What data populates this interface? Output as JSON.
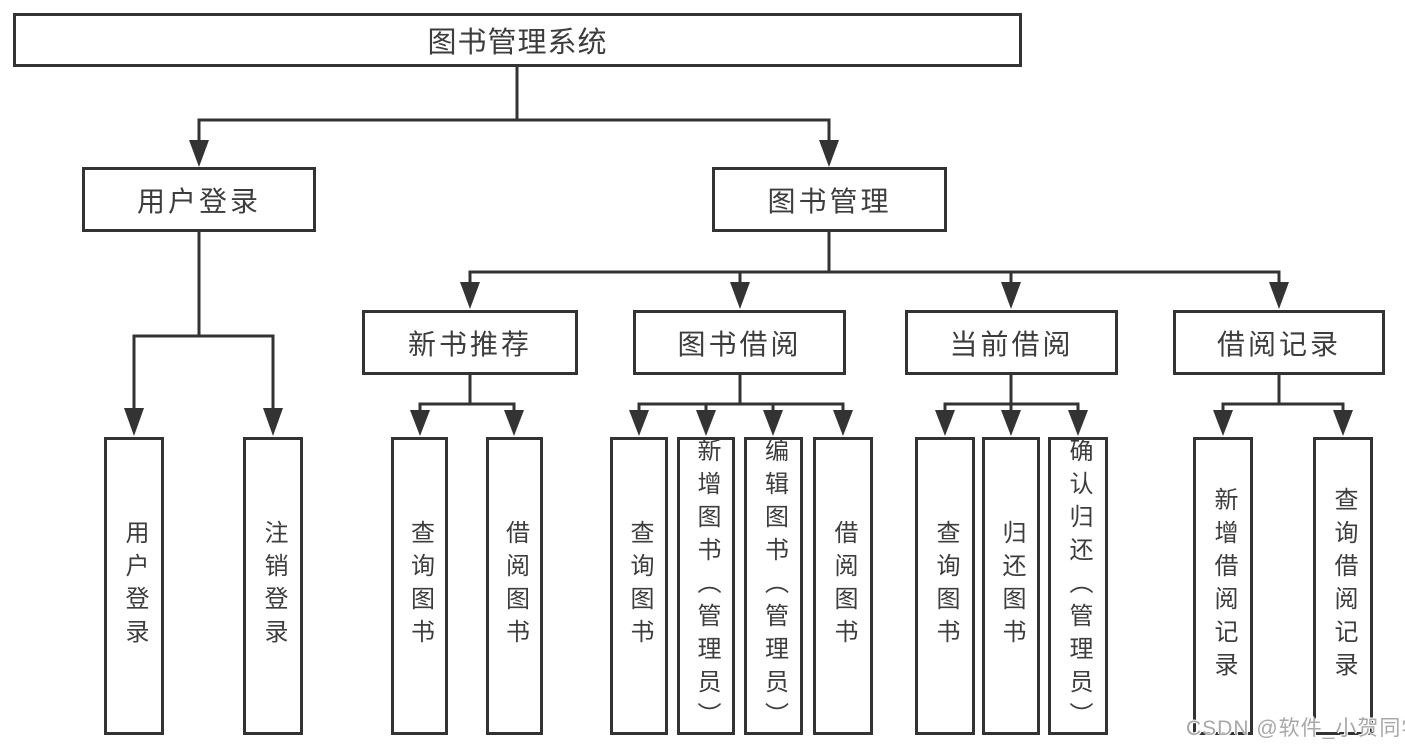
{
  "tree": {
    "root": "图书管理系统",
    "branches": [
      {
        "label": "用户登录",
        "leaves": [
          "用户登录",
          "注销登录"
        ]
      },
      {
        "label": "图书管理",
        "children": [
          {
            "label": "新书推荐",
            "leaves": [
              "查询图书",
              "借阅图书"
            ]
          },
          {
            "label": "图书借阅",
            "leaves": [
              "查询图书",
              "新增图书（管理员）",
              "编辑图书（管理员）",
              "借阅图书"
            ]
          },
          {
            "label": "当前借阅",
            "leaves": [
              "查询图书",
              "归还图书",
              "确认归还（管理员）"
            ]
          },
          {
            "label": "借阅记录",
            "leaves": [
              "新增借阅记录",
              "查询借阅记录"
            ]
          }
        ]
      }
    ]
  },
  "watermark": "CSDN @软件_小贺同学",
  "colors": {
    "background": "#ffffff",
    "line": "#333333",
    "box_border": "#333333",
    "box_fill": "#ffffff",
    "text": "#3d3d3d",
    "watermark": "#a8a8a8"
  }
}
